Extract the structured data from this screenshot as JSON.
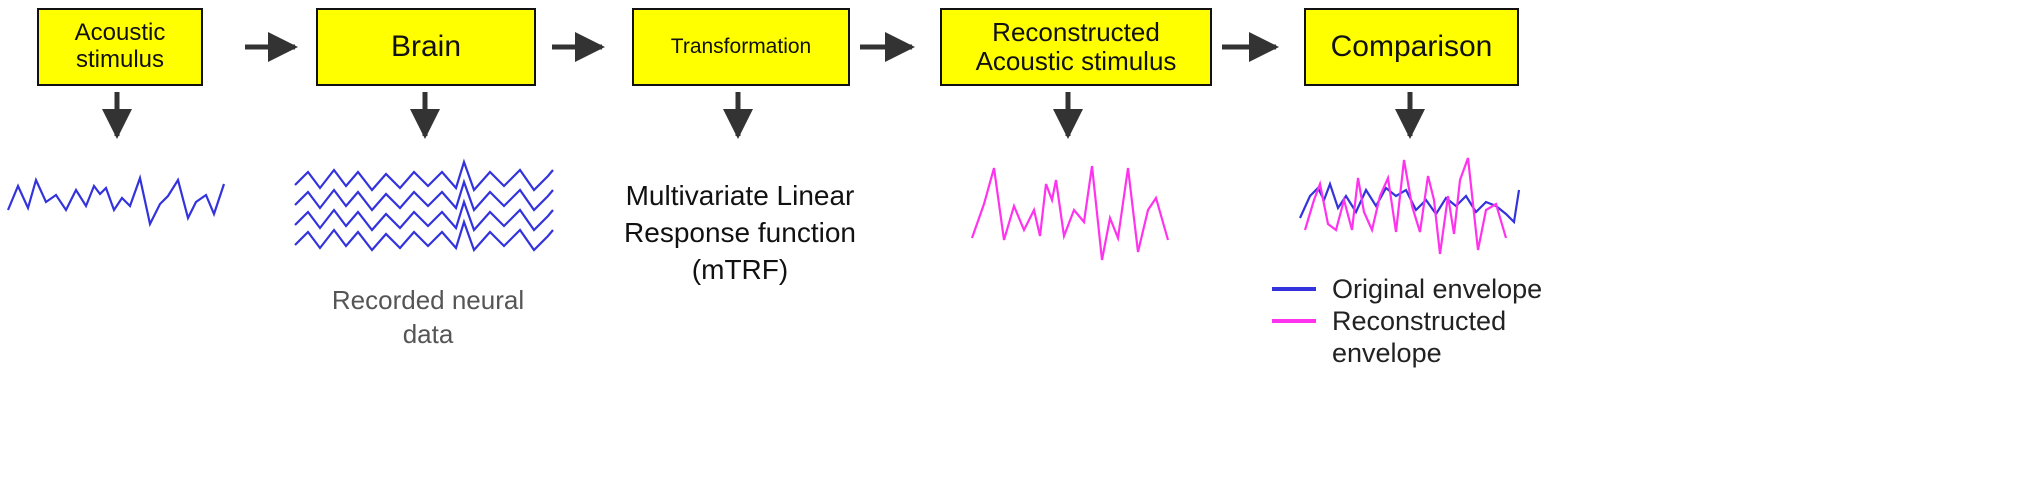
{
  "boxes": {
    "acoustic_stimulus": "Acoustic stimulus",
    "brain": "Brain",
    "transformation": "Transformation",
    "reconstructed_stimulus": "Reconstructed Acoustic stimulus",
    "comparison": "Comparison"
  },
  "labels": {
    "recorded_neural_data": "Recorded neural data",
    "mtrf": "Multivariate Linear Response function (mTRF)"
  },
  "legend": {
    "original": "Original envelope",
    "reconstructed": "Reconstructed envelope"
  },
  "colors": {
    "box_fill": "#ffff00",
    "original_envelope": "#3333dd",
    "reconstructed_envelope": "#ff33ee",
    "arrow": "#333333"
  }
}
